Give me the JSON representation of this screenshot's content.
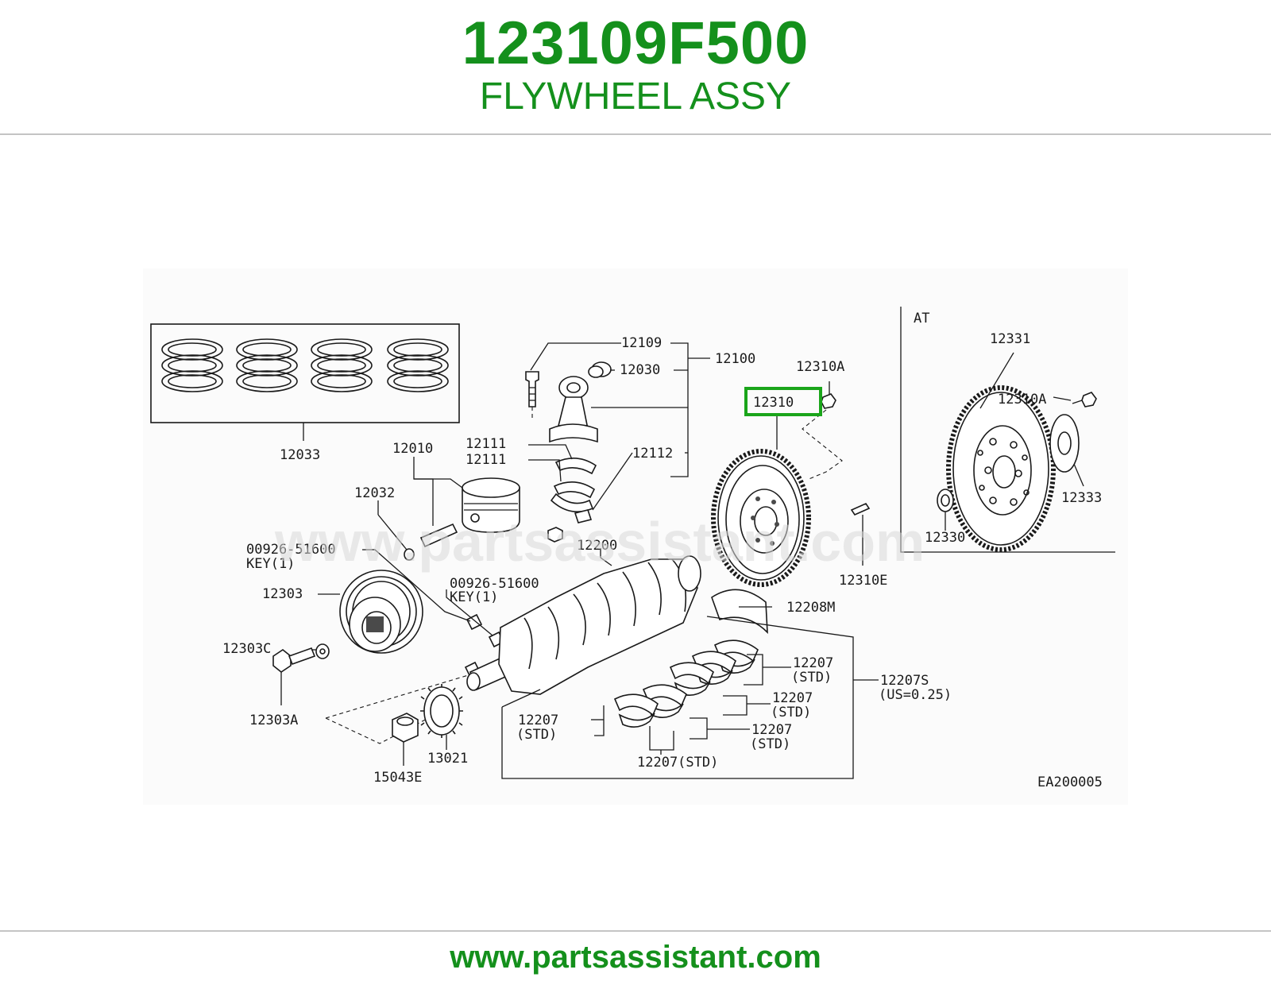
{
  "header": {
    "part_number": "123109F500",
    "part_name": "FLYWHEEL ASSY"
  },
  "footer": {
    "website": "www.partsassistant.com"
  },
  "diagram": {
    "watermark": "www.partsassistant.com",
    "section_label": "AT",
    "figure_code": "EA200005",
    "highlighted_part": "12310",
    "highlight_color": "#1aa51a",
    "callouts": {
      "rings": "12033",
      "piston": "12010",
      "pin_clip": "12032",
      "rod_bolt": "12109",
      "rod_bush": "12030",
      "rod_assy": "12100",
      "rod_bearing_upper": "12111",
      "rod_bearing_lower": "12111",
      "rod_nut": "12112",
      "key_top_num": "00926-51600",
      "key_top_qty": "KEY(1)",
      "key_mid_num": "00926-51600",
      "key_mid_qty": "KEY(1)",
      "pulley": "12303",
      "washer": "12303C",
      "pulley_bolt": "12303A",
      "crankshaft": "12200",
      "sprocket": "13021",
      "nut": "15043E",
      "thrust_washer": "12208M",
      "flywheel": "12310",
      "flywheel_bolt": "12310A",
      "dowel": "12310E",
      "main_bearing_1": "12207",
      "main_bearing_1_std": "(STD)",
      "main_bearing_2": "12207",
      "main_bearing_2_std": "(STD)",
      "main_bearing_3": "12207",
      "main_bearing_3_std": "(STD)",
      "main_bearing_4": "12207",
      "main_bearing_4_std": "(STD)",
      "main_bearing_5": "12207(STD)",
      "main_bearing_set": "12207S",
      "main_bearing_set_size": "(US=0.25)",
      "at_drive_plate": "12331",
      "at_bolt": "12310A",
      "at_plate": "12333",
      "at_spacer": "12330"
    }
  }
}
